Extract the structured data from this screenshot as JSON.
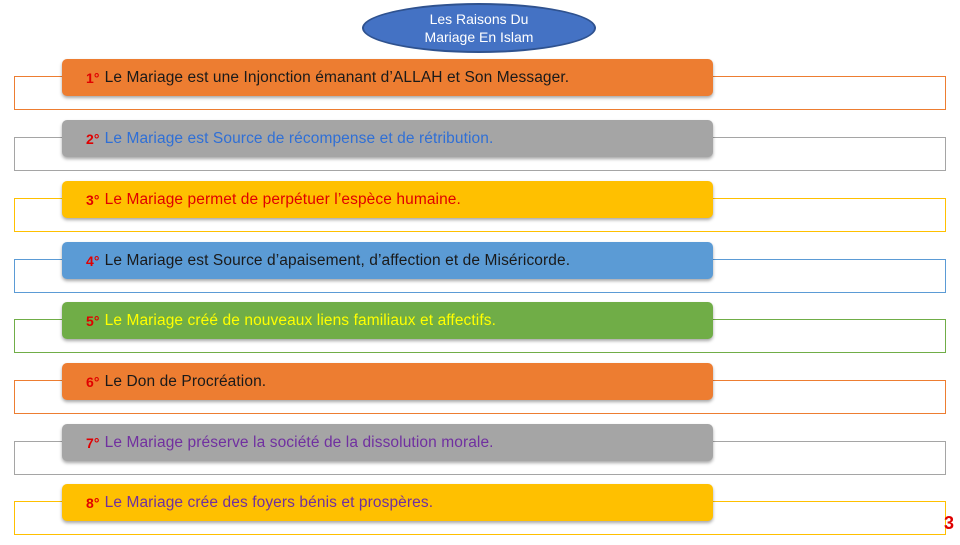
{
  "title": {
    "line1": "Les Raisons Du",
    "line2": "Mariage En Islam"
  },
  "items": [
    {
      "number": "1°",
      "text": "Le Mariage est une Injonction émanant d’ALLAH et Son Messager.",
      "bar_color": "#ed7d31",
      "outline_color": "#ed7d31",
      "text_color": "#1a1a1a"
    },
    {
      "number": "2°",
      "text": "Le Mariage est Source de récompense et de rétribution.",
      "bar_color": "#a5a5a5",
      "outline_color": "#a5a5a5",
      "text_color": "#2f6fd6"
    },
    {
      "number": "3°",
      "text": "Le Mariage  permet de perpétuer l’espèce humaine.",
      "bar_color": "#ffc000",
      "outline_color": "#ffc000",
      "text_color": "#e00000"
    },
    {
      "number": "4°",
      "text": "Le Mariage est Source d’apaisement, d’affection et de Miséricorde.",
      "bar_color": "#5b9bd5",
      "outline_color": "#5b9bd5",
      "text_color": "#1a1a1a"
    },
    {
      "number": "5°",
      "text": "Le Mariage créé de nouveaux liens familiaux et affectifs.",
      "bar_color": "#70ad47",
      "outline_color": "#70ad47",
      "text_color": "#ffff00"
    },
    {
      "number": "6°",
      "text": "Le Don de Procréation.",
      "bar_color": "#ed7d31",
      "outline_color": "#ed7d31",
      "text_color": "#1a1a1a"
    },
    {
      "number": "7°",
      "text": "Le Mariage préserve la société de la dissolution morale.",
      "bar_color": "#a5a5a5",
      "outline_color": "#a5a5a5",
      "text_color": "#7030a0"
    },
    {
      "number": "8°",
      "text": "Le Mariage crée des foyers bénis et prospères.",
      "bar_color": "#ffc000",
      "outline_color": "#ffc000",
      "text_color": "#7030a0"
    }
  ],
  "page_number": "3"
}
